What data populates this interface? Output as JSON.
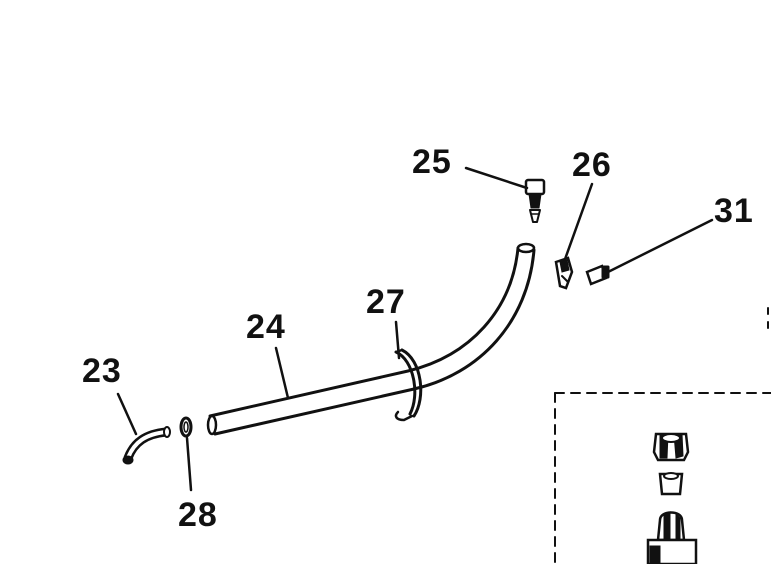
{
  "labels": {
    "p23": "23",
    "p24": "24",
    "p25": "25",
    "p26": "26",
    "p27": "27",
    "p28": "28",
    "p31": "31"
  },
  "colors": {
    "ink": "#111111",
    "paper": "#ffffff"
  }
}
